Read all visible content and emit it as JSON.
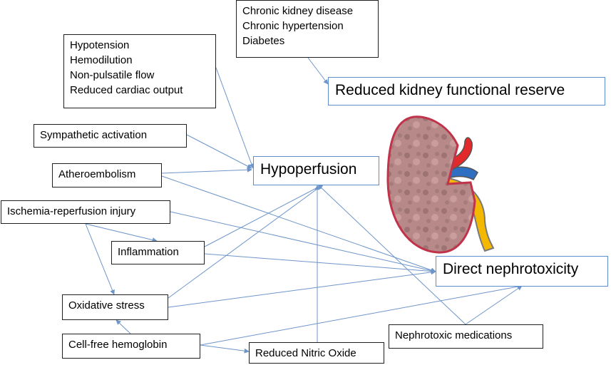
{
  "nodes": {
    "risk_factors": [
      "Chronic kidney disease",
      "Chronic hypertension",
      "Diabetes"
    ],
    "reduced_reserve": "Reduced kidney functional reserve",
    "hemodynamic": [
      "Hypotension",
      "Hemodilution",
      "Non-pulsatile flow",
      "Reduced cardiac output"
    ],
    "sympathetic": "Sympathetic activation",
    "atheroembolism": "Atheroembolism",
    "hypoperfusion": "Hypoperfusion",
    "ischemia": "Ischemia-reperfusion injury",
    "inflammation": "Inflammation",
    "direct_nephrotoxicity": "Direct nephrotoxicity",
    "oxidative_stress": "Oxidative stress",
    "cell_free_hemoglobin": "Cell-free hemoglobin",
    "nephrotoxic_medications": "Nephrotoxic medications",
    "reduced_no": "Reduced Nitric Oxide"
  },
  "colors": {
    "box_border": "#1f1f1f",
    "outcome_border": "#5b8fd1",
    "arrow": "#6e95c9",
    "kidney_fill": "#b78a89",
    "kidney_outline": "#c0334a",
    "vessel_red": "#e32a2a",
    "vessel_blue": "#2e6fc2",
    "vessel_yellow": "#f5b800"
  },
  "icons": {
    "illustration": "kidney-icon"
  }
}
